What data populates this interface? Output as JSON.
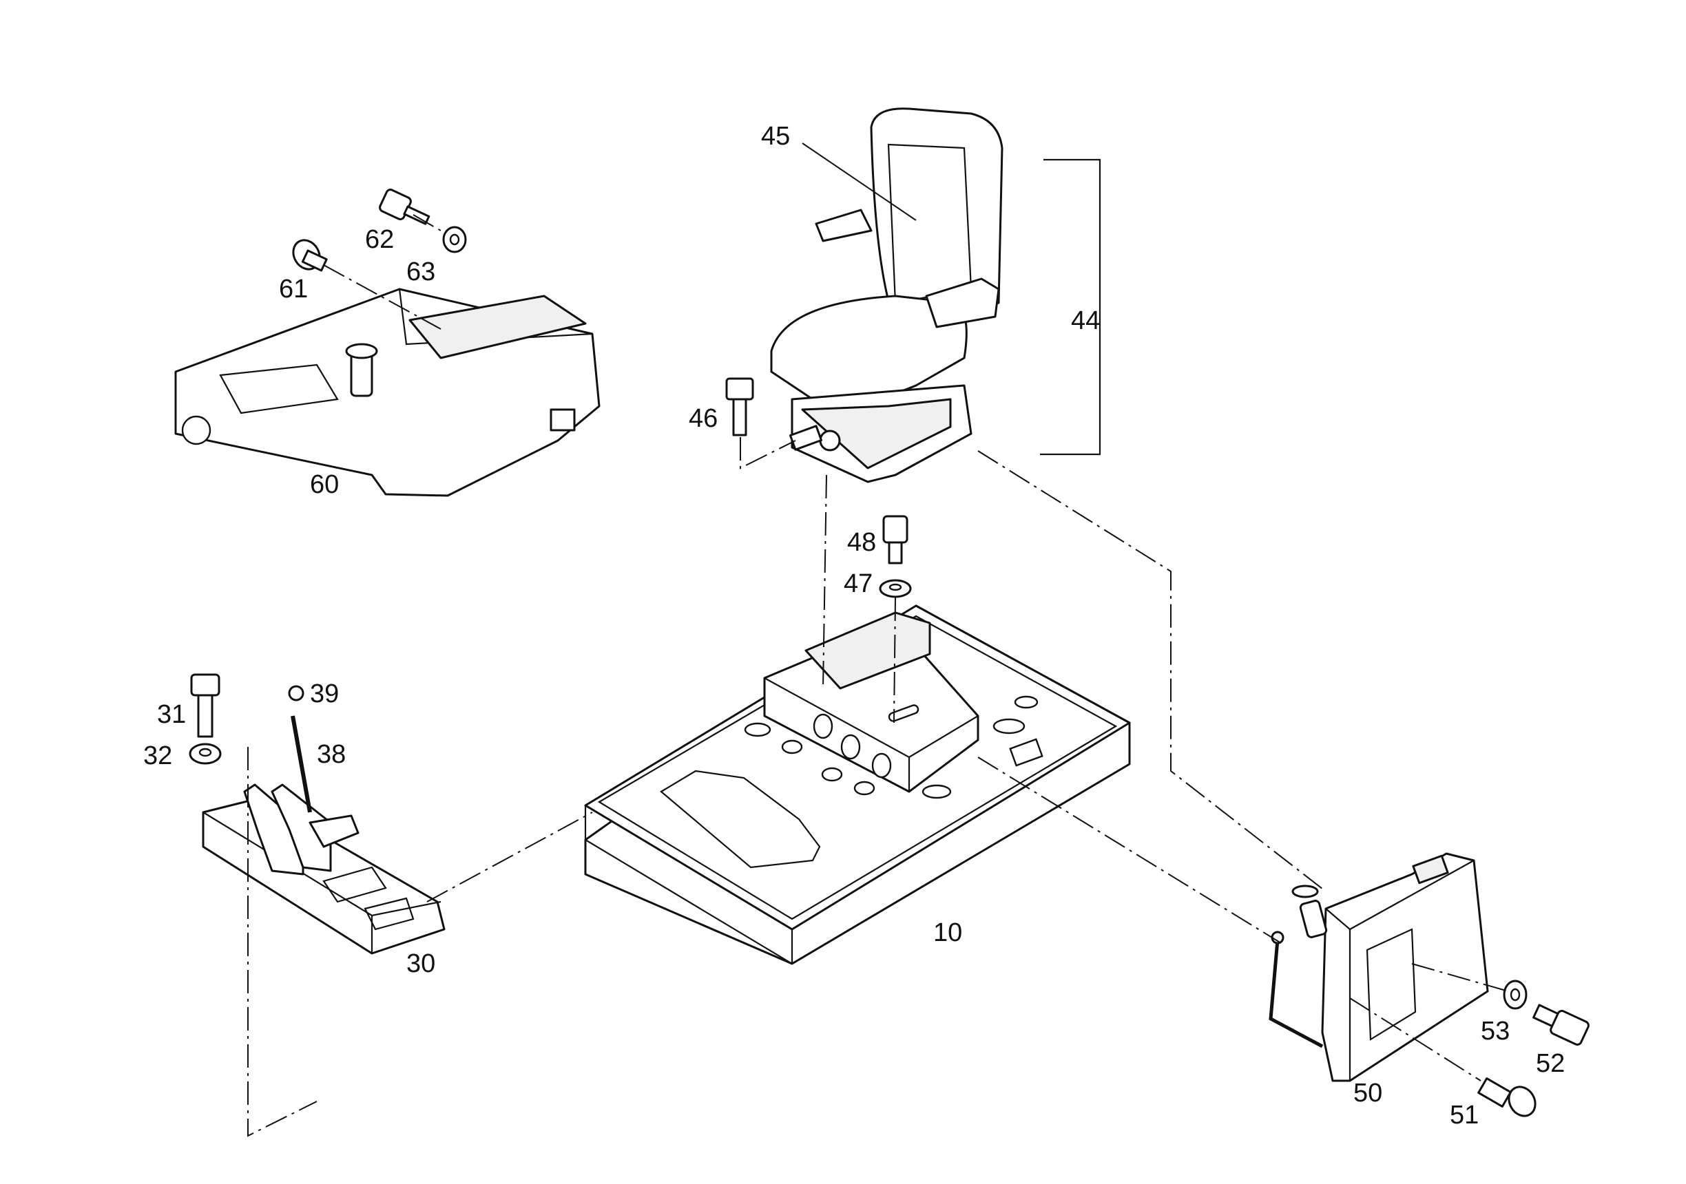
{
  "diagram": {
    "type": "exploded-parts-drawing",
    "labels": {
      "p10": "10",
      "p30": "30",
      "p31": "31",
      "p32": "32",
      "p38": "38",
      "p39": "39",
      "p44": "44",
      "p45": "45",
      "p46": "46",
      "p47": "47",
      "p48": "48",
      "p50": "50",
      "p51": "51",
      "p52": "52",
      "p53": "53",
      "p60": "60",
      "p61": "61",
      "p62": "62",
      "p63": "63"
    }
  }
}
